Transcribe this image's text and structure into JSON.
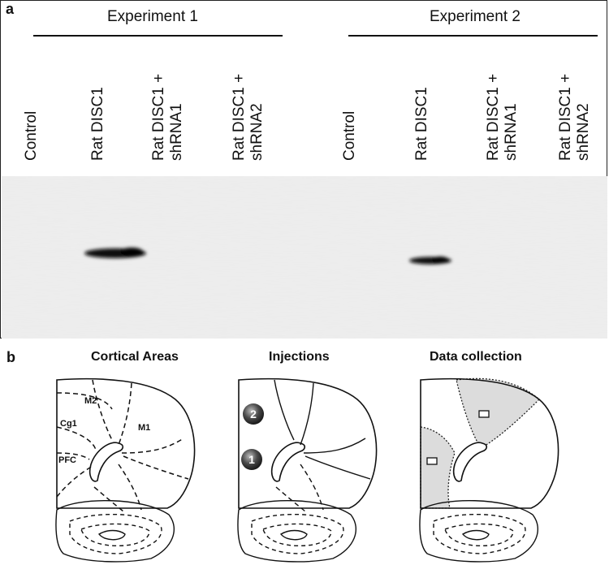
{
  "panel_a": {
    "letter": "a",
    "experiments": [
      {
        "title": "Experiment 1",
        "lanes": [
          [
            "Control"
          ],
          [
            "Rat DISC1"
          ],
          [
            "Rat DISC1 +",
            "shRNA1"
          ],
          [
            "Rat DISC1 +",
            "shRNA2"
          ]
        ]
      },
      {
        "title": "Experiment 2",
        "lanes": [
          [
            "Control"
          ],
          [
            "Rat DISC1"
          ],
          [
            "Rat DISC1 +",
            "shRNA1"
          ],
          [
            "Rat DISC1 +",
            "shRNA2"
          ]
        ]
      }
    ]
  },
  "panel_b": {
    "letter": "b",
    "cortical_areas": {
      "title": "Cortical Areas",
      "labels": {
        "m2": "M2",
        "m1": "M1",
        "cg1": "Cg1",
        "pfc": "PFC"
      }
    },
    "injections": {
      "title": "Injections",
      "sites": {
        "site_2": "2",
        "site_1": "1"
      }
    },
    "data_collection": {
      "title": "Data collection"
    }
  }
}
